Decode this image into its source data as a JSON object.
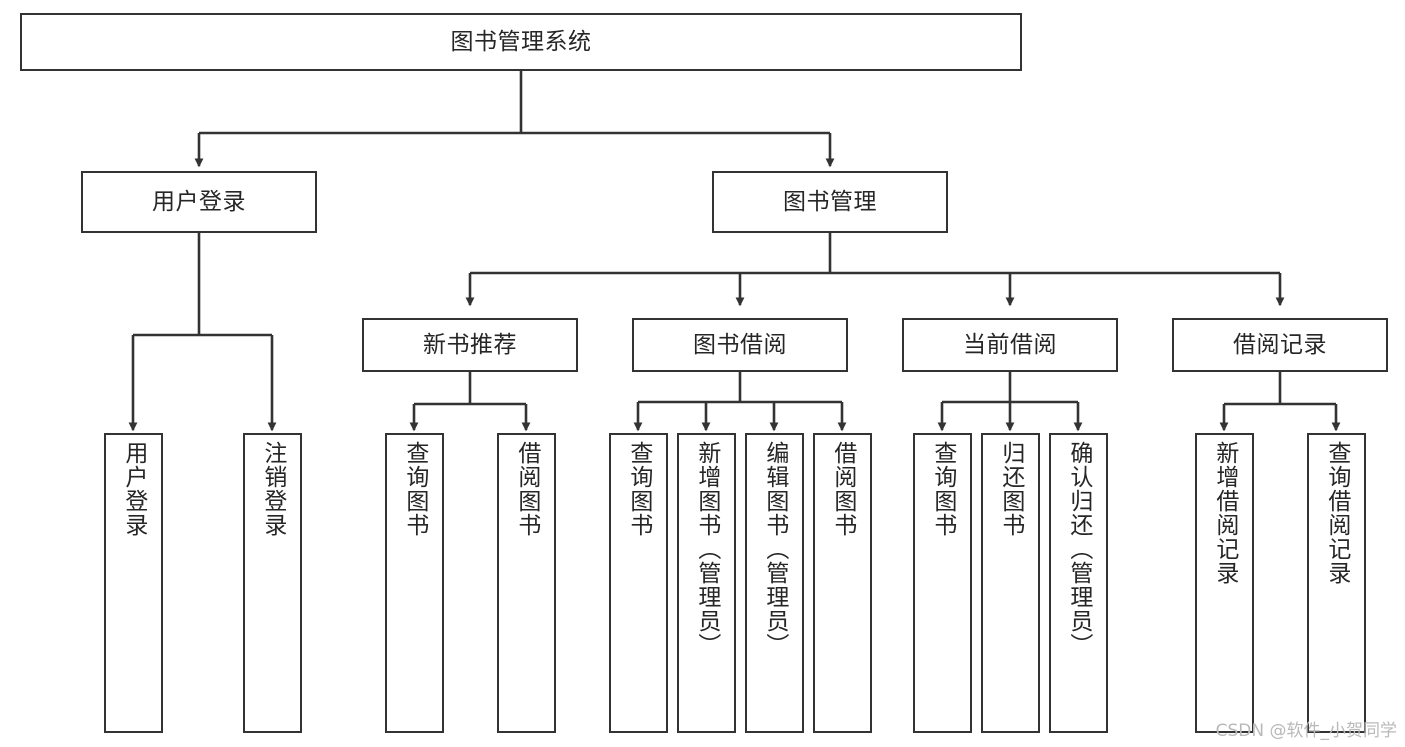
{
  "diagram": {
    "type": "tree",
    "title": "图书管理系统",
    "orientation": "top-down",
    "line_color": "#333333",
    "box_fill": "#ffffff",
    "text_color": "#262626",
    "nodes": {
      "root": {
        "label": "图书管理系统"
      },
      "l2": [
        {
          "id": "user-login",
          "label": "用户登录"
        },
        {
          "id": "book-manage",
          "label": "图书管理"
        }
      ],
      "l3": [
        {
          "id": "new-book-recommend",
          "label": "新书推荐"
        },
        {
          "id": "book-borrow",
          "label": "图书借阅"
        },
        {
          "id": "current-borrow",
          "label": "当前借阅"
        },
        {
          "id": "borrow-record",
          "label": "借阅记录"
        }
      ],
      "leaves": {
        "user-login": [
          {
            "id": "leaf-user-login",
            "label": "用户登录"
          },
          {
            "id": "leaf-logout-login",
            "label": "注销登录"
          }
        ],
        "new-book-recommend": [
          {
            "id": "leaf-query-book-1",
            "label": "查询图书"
          },
          {
            "id": "leaf-borrow-book-1",
            "label": "借阅图书"
          }
        ],
        "book-borrow": [
          {
            "id": "leaf-query-book-2",
            "label": "查询图书"
          },
          {
            "id": "leaf-add-book",
            "label": "新增图书（管理员）"
          },
          {
            "id": "leaf-edit-book",
            "label": "编辑图书（管理员）"
          },
          {
            "id": "leaf-borrow-book-2",
            "label": "借阅图书"
          }
        ],
        "current-borrow": [
          {
            "id": "leaf-query-book-3",
            "label": "查询图书"
          },
          {
            "id": "leaf-return-book",
            "label": "归还图书"
          },
          {
            "id": "leaf-confirm-return",
            "label": "确认归还（管理员）"
          }
        ],
        "borrow-record": [
          {
            "id": "leaf-add-record",
            "label": "新增借阅记录"
          },
          {
            "id": "leaf-query-record",
            "label": "查询借阅记录"
          }
        ]
      }
    }
  },
  "watermark": {
    "text": "CSDN @软件_小贺同学"
  }
}
